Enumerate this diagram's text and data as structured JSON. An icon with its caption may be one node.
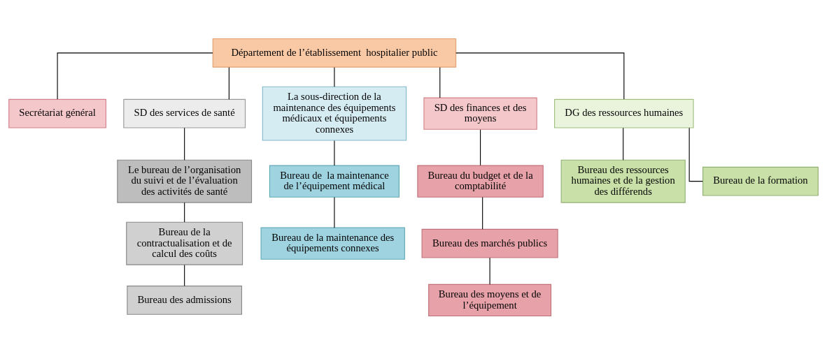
{
  "diagram": {
    "nodes": [
      {
        "text": [
          "Département de l’établissement  hospitalier public"
        ]
      },
      {
        "text": [
          "Secrétariat général"
        ]
      },
      {
        "text": [
          "SD des services de santé"
        ]
      },
      {
        "text": [
          "La sous-direction de la maintenance des équipements médicaux et équipements  connexes"
        ]
      },
      {
        "text": [
          "SD des finances et des moyens"
        ]
      },
      {
        "text": [
          "DG des ressources humaines"
        ]
      },
      {
        "text": [
          "Le bureau de l’organisation du suivi et de l’évaluation des activités de santé"
        ]
      },
      {
        "text": [
          "Bureau de la contractualisation et de calcul des coûts"
        ]
      },
      {
        "text": [
          "Bureau des admissions"
        ]
      },
      {
        "text": [
          "Bureau de  la maintenance  de l’équipement médical"
        ]
      },
      {
        "text": [
          "Bureau de la maintenance des équipements connexes"
        ]
      },
      {
        "text": [
          "Bureau du budget et de la comptabilité"
        ]
      },
      {
        "text": [
          "Bureau des marchés publics"
        ]
      },
      {
        "text": [
          "Bureau des moyens et de l’équipement"
        ]
      },
      {
        "text": [
          "Bureau des ressources humaines et de la gestion des différends"
        ]
      },
      {
        "text": [
          "Bureau de la formation"
        ]
      }
    ],
    "edges": [
      {
        "from": 0,
        "to": 1,
        "arrow": "none"
      },
      {
        "from": 0,
        "to": 2,
        "arrow": "none"
      },
      {
        "from": 0,
        "to": 3,
        "arrow": "none"
      },
      {
        "from": 0,
        "to": 4,
        "arrow": "none"
      },
      {
        "from": 0,
        "to": 5,
        "arrow": "none"
      },
      {
        "from": 2,
        "to": 6,
        "arrow": "none"
      },
      {
        "from": 6,
        "to": 7,
        "arrow": "none"
      },
      {
        "from": 7,
        "to": 8,
        "arrow": "none"
      },
      {
        "from": 3,
        "to": 9,
        "arrow": "none"
      },
      {
        "from": 9,
        "to": 10,
        "arrow": "none"
      },
      {
        "from": 4,
        "to": 11,
        "arrow": "none"
      },
      {
        "from": 11,
        "to": 12,
        "arrow": "none"
      },
      {
        "from": 12,
        "to": 13,
        "arrow": "none"
      },
      {
        "from": 5,
        "to": 14,
        "arrow": "none"
      },
      {
        "from": 5,
        "to": 15,
        "arrow": "none"
      }
    ]
  }
}
